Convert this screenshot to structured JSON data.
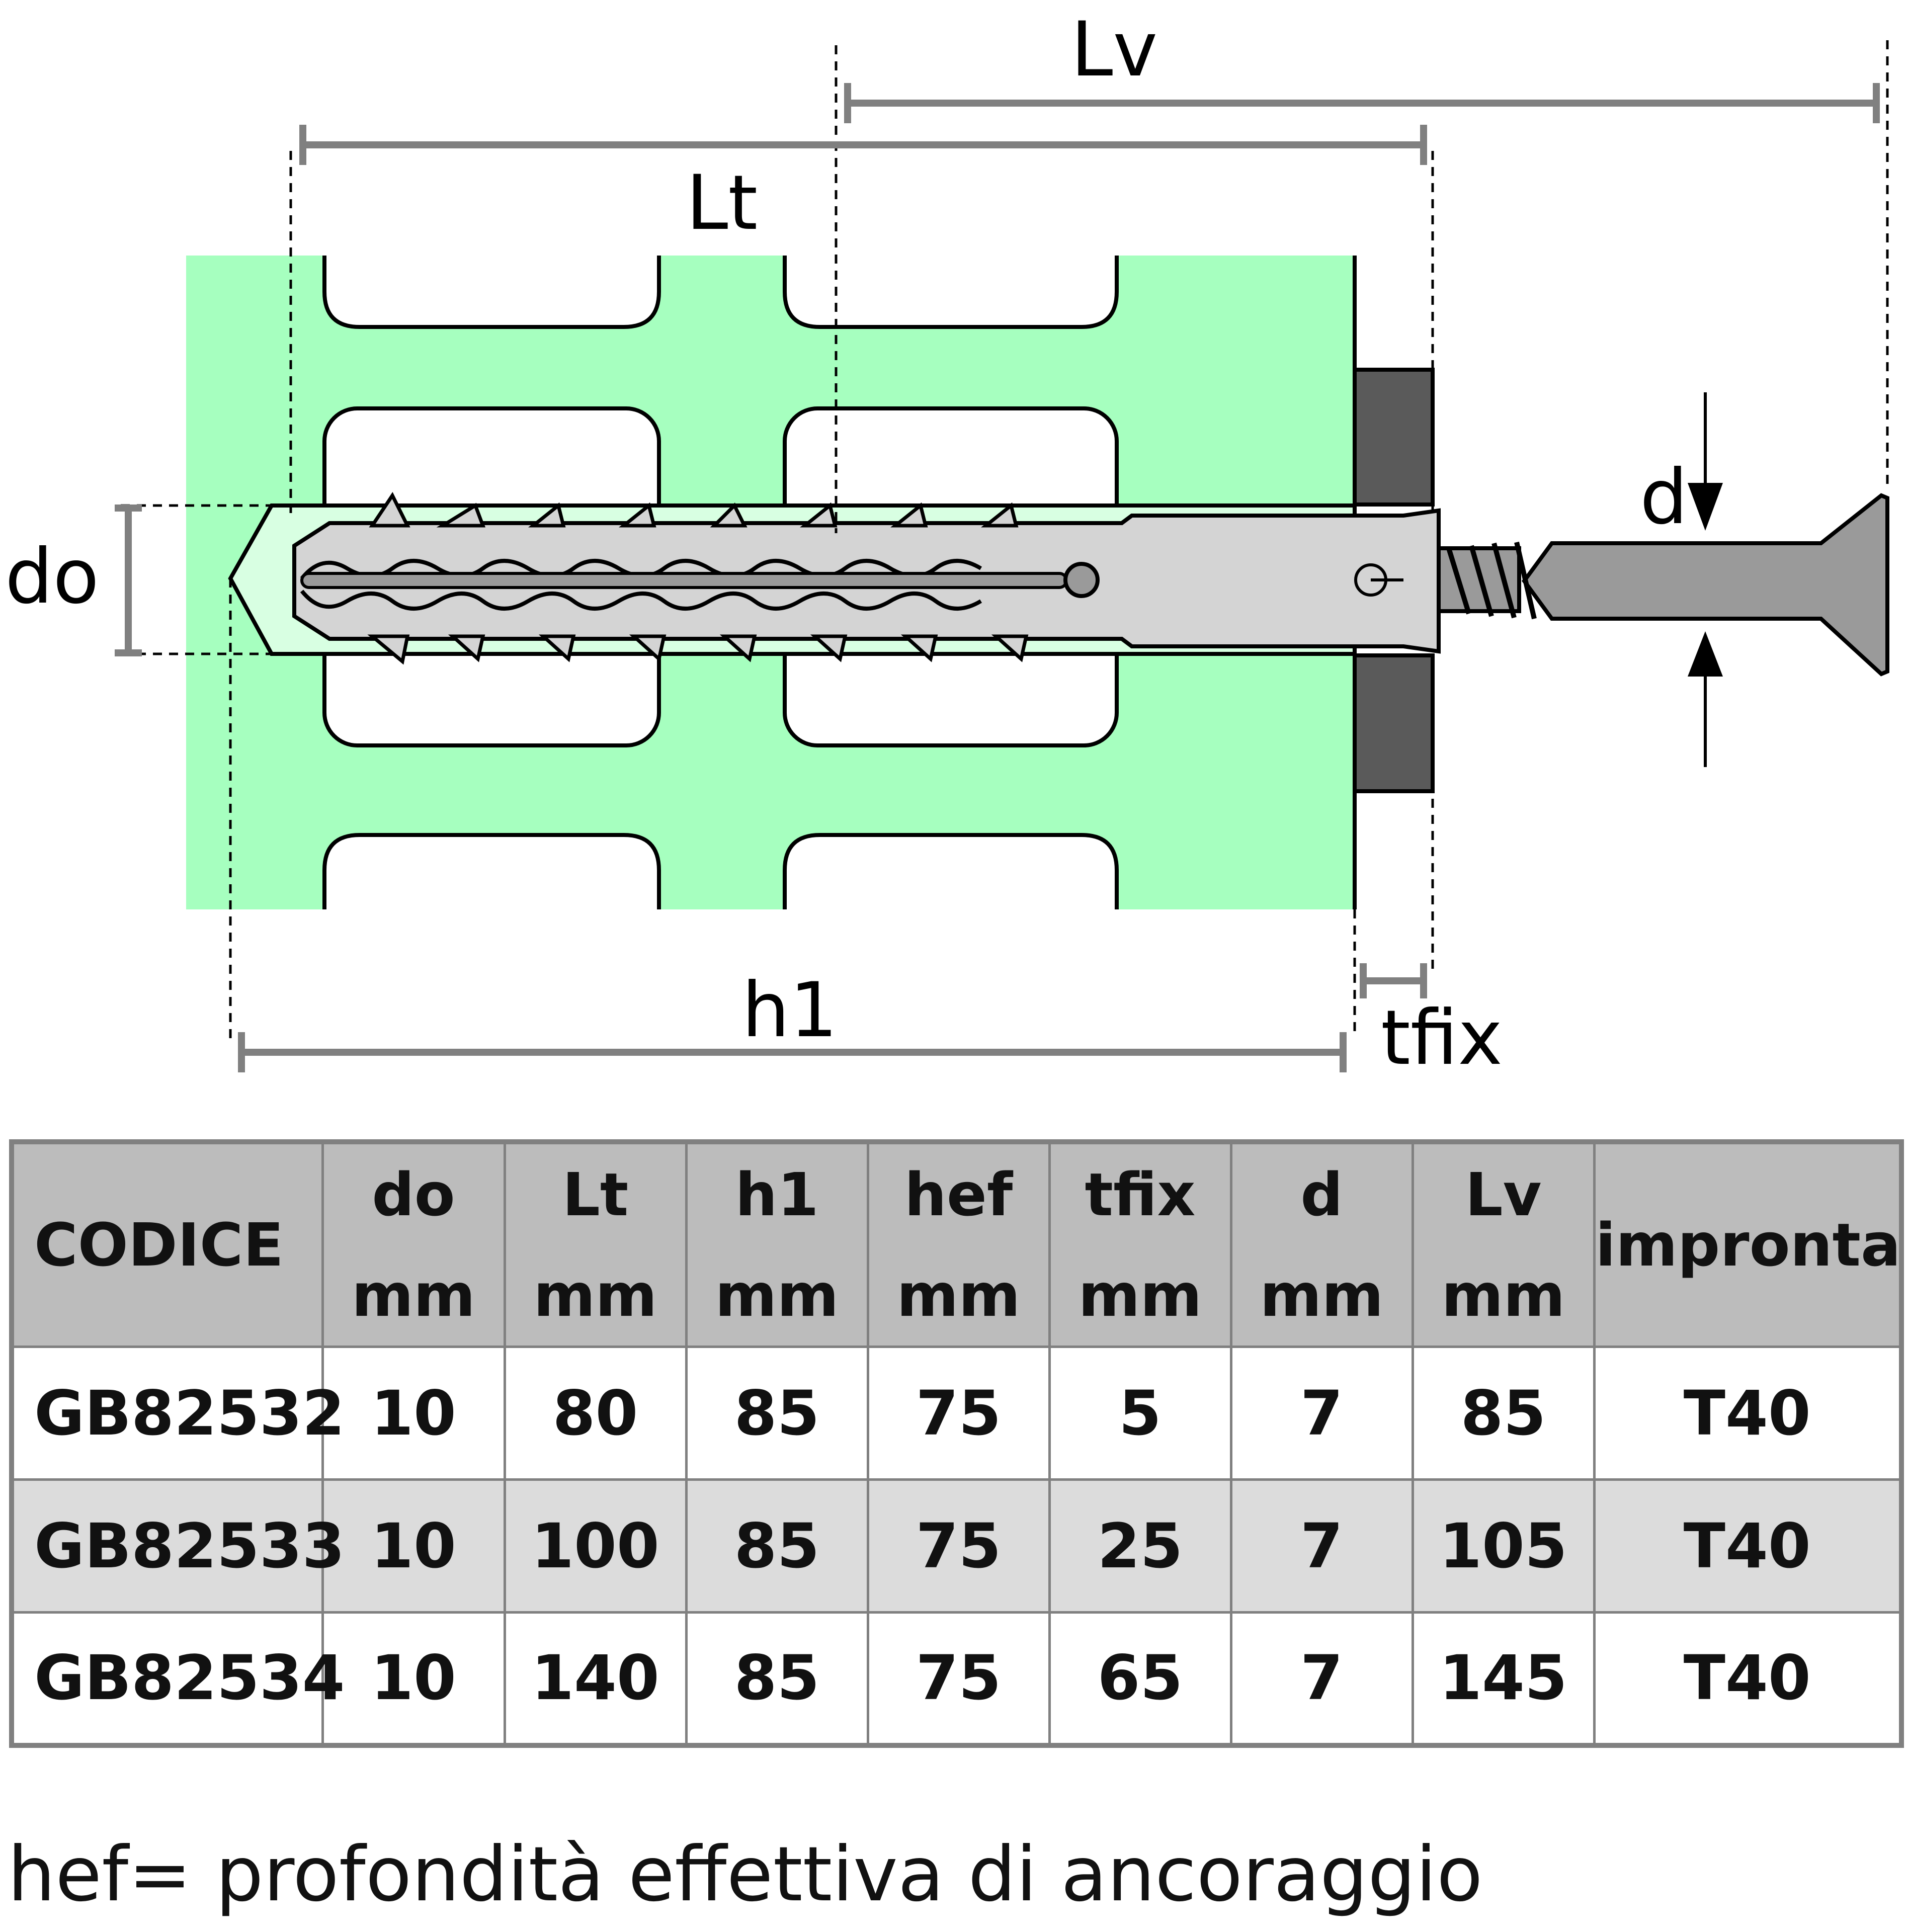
{
  "dimensions": {
    "lv": "Lv",
    "lt": "Lt",
    "do": "do",
    "d": "d",
    "h1": "h1",
    "tfix": "tfix"
  },
  "colors": {
    "masonry": "#a6ffbf",
    "drill_hole": "#d8ffe2",
    "fixture": "#5a5a5a",
    "anchor": "#d4d4d4",
    "screw": "#9a9a9a",
    "dim_line": "#808080"
  },
  "table": {
    "headers": [
      {
        "line1": "CODICE",
        "line2": ""
      },
      {
        "line1": "do",
        "line2": "mm"
      },
      {
        "line1": "Lt",
        "line2": "mm"
      },
      {
        "line1": "h1",
        "line2": "mm"
      },
      {
        "line1": "hef",
        "line2": "mm"
      },
      {
        "line1": "tfix",
        "line2": "mm"
      },
      {
        "line1": "d",
        "line2": "mm"
      },
      {
        "line1": "Lv",
        "line2": "mm"
      },
      {
        "line1": "impronta",
        "line2": ""
      }
    ],
    "rows": [
      [
        "GB82532",
        "10",
        "80",
        "85",
        "75",
        "5",
        "7",
        "85",
        "T40"
      ],
      [
        "GB82533",
        "10",
        "100",
        "85",
        "75",
        "25",
        "7",
        "105",
        "T40"
      ],
      [
        "GB82534",
        "10",
        "140",
        "85",
        "75",
        "65",
        "7",
        "145",
        "T40"
      ]
    ]
  },
  "footnote": "hef= profondità effettiva di ancoraggio"
}
